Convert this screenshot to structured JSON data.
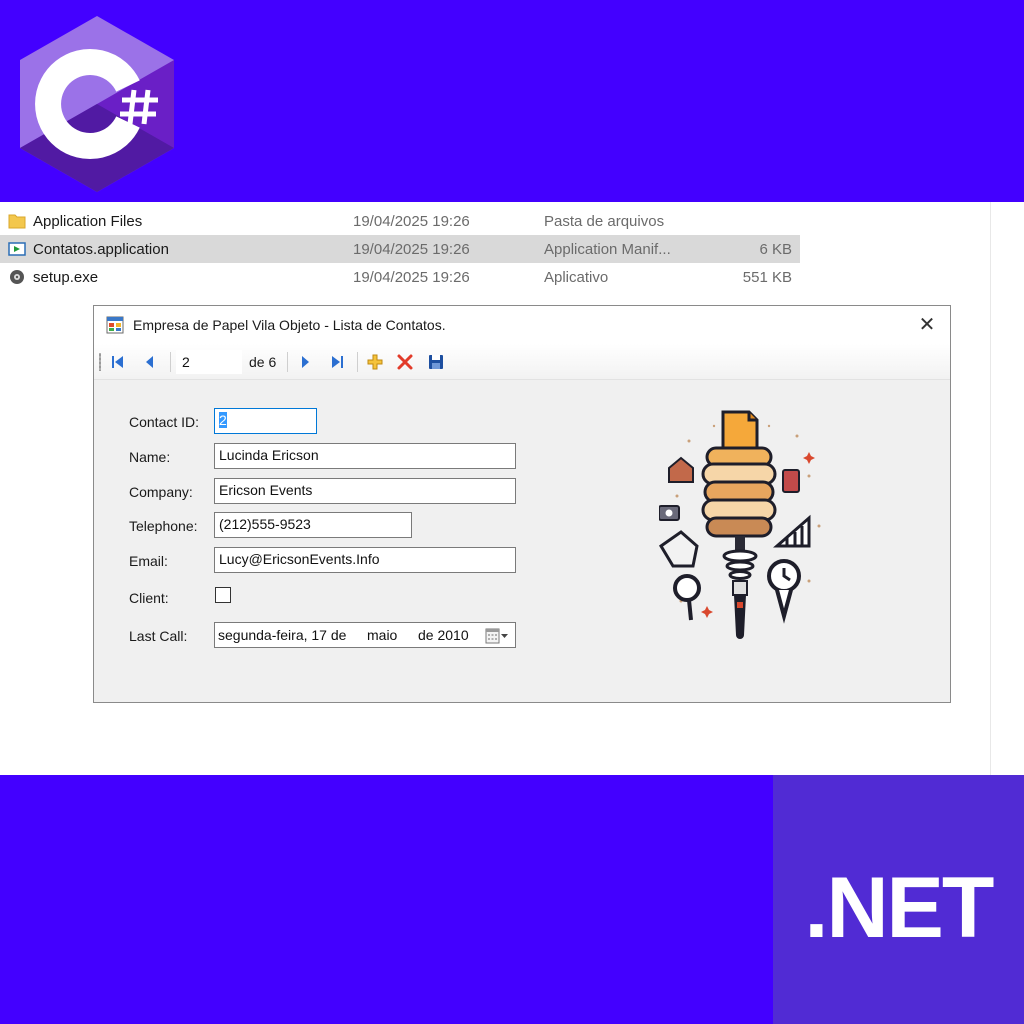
{
  "banner": {
    "logo_text": "C#",
    "net_label": ".NET",
    "colors": {
      "background": "#4300ff",
      "net_box": "#512bd4",
      "logo_light": "#9b72e8",
      "logo_dark": "#6a1fc6"
    }
  },
  "explorer": {
    "files": [
      {
        "icon": "folder-icon",
        "name": "Application Files",
        "date": "19/04/2025 19:26",
        "type": "Pasta de arquivos",
        "size": ""
      },
      {
        "icon": "manifest-icon",
        "name": "Contatos.application",
        "date": "19/04/2025 19:26",
        "type": "Application Manif...",
        "size": "6 KB"
      },
      {
        "icon": "setup-icon",
        "name": "setup.exe",
        "date": "19/04/2025 19:26",
        "type": "Aplicativo",
        "size": "551 KB"
      }
    ]
  },
  "window": {
    "title": "Empresa de Papel Vila Objeto - Lista de Contatos.",
    "close_glyph": "✕",
    "navigator": {
      "position": "2",
      "of_label": "de 6"
    }
  },
  "form": {
    "contact_id": {
      "label": "Contact ID:",
      "value": "2"
    },
    "name": {
      "label": "Name:",
      "value": "Lucinda Ericson"
    },
    "company": {
      "label": "Company:",
      "value": "Ericson Events"
    },
    "telephone": {
      "label": "Telephone:",
      "value": "(212)555-9523"
    },
    "email": {
      "label": "Email:",
      "value": "Lucy@EricsonEvents.Info"
    },
    "client": {
      "label": "Client:",
      "checked": false
    },
    "last_call": {
      "label": "Last Call:",
      "day_text": "segunda-feira, 17 de",
      "month": "maio",
      "year_text": "de 2010"
    }
  }
}
